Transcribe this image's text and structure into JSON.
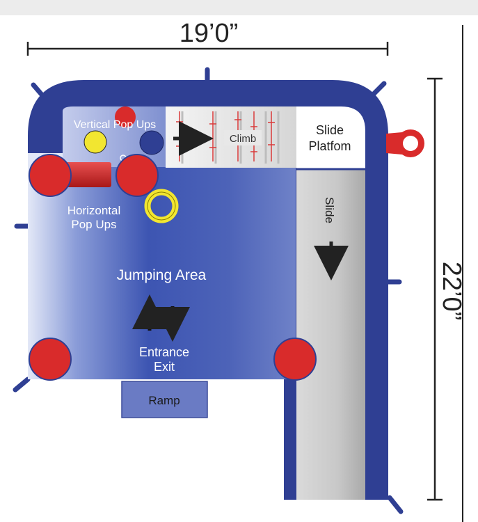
{
  "dimensions": {
    "width_label": "19’0”",
    "height_label": "22’0”"
  },
  "labels": {
    "vertical_pop_ups": "Vertical Pop Ups",
    "climb": "Climb",
    "slide_platform_line1": "Slide",
    "slide_platform_line2": "Platfom",
    "horizontal_pop_ups_line1": "Horizontal",
    "horizontal_pop_ups_line2": "Pop Ups",
    "slide": "Slide",
    "jumping_area": "Jumping Area",
    "entrance_line1": "Entrance",
    "entrance_line2": "Exit",
    "ramp": "Ramp"
  },
  "colors": {
    "wall_blue": "#2f3f93",
    "floor_blue": "#3f56b0",
    "pillar_red": "#d92b2b",
    "pop_yellow": "#f2e630",
    "slide_grey": "#c4c4c4",
    "dimension_line": "#222222"
  }
}
